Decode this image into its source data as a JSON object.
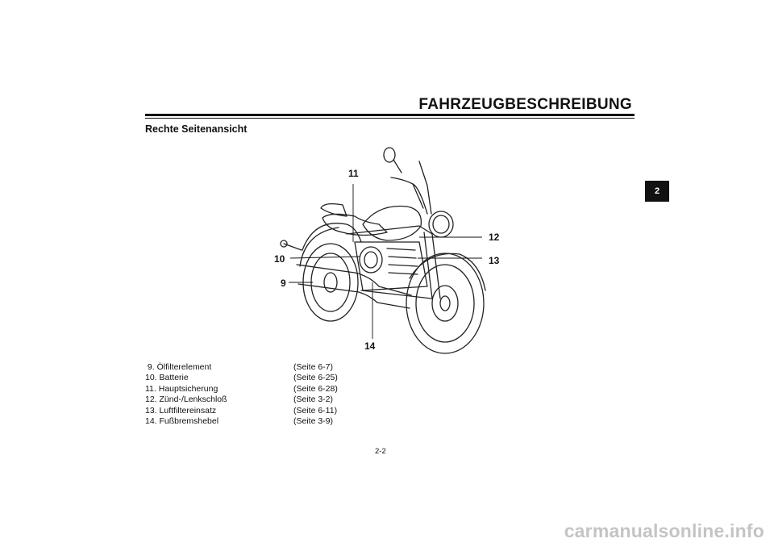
{
  "header": {
    "title": "FAHRZEUGBESCHREIBUNG"
  },
  "section": {
    "title": "Rechte Seitenansicht"
  },
  "chapter_tab": {
    "number": "2"
  },
  "callouts": {
    "c9": "9",
    "c10": "10",
    "c11": "11",
    "c12": "12",
    "c13": "13",
    "c14": "14"
  },
  "parts": [
    {
      "name": " 9. Ölfilterelement",
      "page": "(Seite 6-7)"
    },
    {
      "name": "10. Batterie",
      "page": "(Seite 6-25)"
    },
    {
      "name": "11. Hauptsicherung",
      "page": "(Seite 6-28)"
    },
    {
      "name": "12. Zünd-/Lenkschloß",
      "page": "(Seite 3-2)"
    },
    {
      "name": "13. Luftfiltereinsatz",
      "page": "(Seite 6-11)"
    },
    {
      "name": "14. Fußbremshebel",
      "page": "(Seite 3-9)"
    }
  ],
  "footer": {
    "page_number": "2-2"
  },
  "watermark": {
    "text": "carmanualsonline.info"
  }
}
